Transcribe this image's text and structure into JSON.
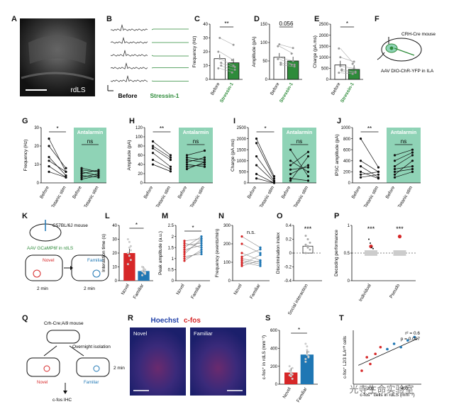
{
  "panels": [
    "A",
    "B",
    "C",
    "D",
    "E",
    "F",
    "G",
    "H",
    "I",
    "J",
    "K",
    "L",
    "M",
    "N",
    "O",
    "P",
    "Q",
    "R",
    "S",
    "T"
  ],
  "panel_a": {
    "label": "rdLS"
  },
  "panel_b": {
    "before": "Before",
    "after": "Stressin-1"
  },
  "panel_f": {
    "mouse": "CRH-Cre mouse",
    "virus": "AAV DIO-ChR-YFP in ILA"
  },
  "panel_k": {
    "mouse": "C57BL/6J mouse",
    "virus": "AAV GCaMP6f in rdLS",
    "novel": "Novel",
    "familiar": "Familiar",
    "time1": "2 min",
    "time2": "2 min"
  },
  "panel_q": {
    "mouse": "Crh-Cre;Ai9 mouse",
    "iso": "Overnight isolation",
    "novel": "Novel",
    "familiar": "Familiar",
    "time": "2 min",
    "ihc": "c-fos IHC"
  },
  "panel_r": {
    "hoechst": "Hoechst",
    "cfos": "c-fos",
    "novel": "Novel",
    "familiar": "Familiar"
  },
  "watermark": "光寺生命实验室",
  "colors": {
    "green": "#2e8b3a",
    "red": "#d62728",
    "blue": "#1f77b4",
    "band": "#8fd3b6",
    "grey": "#999999"
  },
  "chart_data": [
    {
      "id": "C",
      "type": "bar",
      "categories": [
        "Before",
        "Stressin-1"
      ],
      "values": [
        15,
        12
      ],
      "ylabel": "Frequency (Hz)",
      "ylim": [
        0,
        40
      ],
      "yticks": [
        0,
        10,
        20,
        30,
        40
      ],
      "sig": "**"
    },
    {
      "id": "D",
      "type": "bar",
      "categories": [
        "Before",
        "Stressin-1"
      ],
      "values": [
        60,
        50
      ],
      "ylabel": "Amplitude (pA)",
      "ylim": [
        0,
        150
      ],
      "yticks": [
        0,
        50,
        100,
        150
      ],
      "sig": "0.056"
    },
    {
      "id": "E",
      "type": "bar",
      "categories": [
        "Before",
        "Stressin-1"
      ],
      "values": [
        650,
        450
      ],
      "ylabel": "Charge (pA.ms)",
      "ylim": [
        0,
        2500
      ],
      "yticks": [
        0,
        500,
        1000,
        1500,
        2000,
        2500
      ],
      "sig": "*"
    },
    {
      "id": "G",
      "type": "line",
      "ylabel": "Frequency (Hz)",
      "ylim": [
        0,
        30
      ],
      "yticks": [
        0,
        10,
        20,
        30
      ],
      "categories": [
        "Before",
        "Tetanic stim",
        "Before",
        "Tetanic stim"
      ],
      "band": "Antalarmin",
      "sig1": "*",
      "sig2": "ns"
    },
    {
      "id": "H",
      "type": "line",
      "ylabel": "Amplitude (pA)",
      "ylim": [
        0,
        120
      ],
      "yticks": [
        0,
        20,
        40,
        60,
        80,
        100,
        120
      ],
      "categories": [
        "Before",
        "Tetanic stim",
        "Before",
        "Tetanic stim"
      ],
      "band": "Antalarmin",
      "sig1": "**",
      "sig2": "ns"
    },
    {
      "id": "I",
      "type": "line",
      "ylabel": "Charge (pA.ms)",
      "ylim": [
        0,
        2500
      ],
      "yticks": [
        0,
        500,
        1000,
        1500,
        2000,
        2500
      ],
      "categories": [
        "Before",
        "Tetanic stim",
        "Before",
        "Tetanic stim"
      ],
      "band": "Antalarmin",
      "sig1": "*",
      "sig2": "ns"
    },
    {
      "id": "J",
      "type": "line",
      "ylabel": "IPSC amplitude (pA)",
      "ylim": [
        0,
        1000
      ],
      "yticks": [
        0,
        200,
        400,
        600,
        800,
        1000
      ],
      "categories": [
        "Before",
        "Tetanic stim",
        "Before",
        "Tetanic stim"
      ],
      "band": "Antalarmin",
      "sig1": "**",
      "sig2": "ns"
    },
    {
      "id": "L",
      "type": "bar",
      "categories": [
        "Novel",
        "Familiar"
      ],
      "values": [
        20,
        7
      ],
      "ylabel": "Interaction time (s)",
      "ylim": [
        0,
        40
      ],
      "yticks": [
        0,
        10,
        20,
        30,
        40
      ],
      "sig": "*"
    },
    {
      "id": "M",
      "type": "line",
      "categories": [
        "Novel",
        "Familiar"
      ],
      "ylabel": "Peak amplitude (a.u.)",
      "ylim": [
        0.0,
        2.5
      ],
      "yticks": [
        0.0,
        0.5,
        1.0,
        1.5,
        2.0,
        2.5
      ],
      "sig": "*"
    },
    {
      "id": "N",
      "type": "line",
      "categories": [
        "Novel",
        "Familiar"
      ],
      "ylabel": "Frequency (events/min)",
      "ylim": [
        0,
        300
      ],
      "yticks": [
        0,
        100,
        200,
        300
      ],
      "sig": "n.s."
    },
    {
      "id": "O",
      "type": "scatter",
      "categories": [
        "Social interaction"
      ],
      "values": [
        0.1
      ],
      "ylabel": "Discrimination index",
      "ylim": [
        -0.4,
        0.4
      ],
      "yticks": [
        -0.4,
        -0.2,
        0.0,
        0.2,
        0.4
      ],
      "sig": "***"
    },
    {
      "id": "P",
      "type": "scatter",
      "categories": [
        "Individual",
        "Pseudo"
      ],
      "ylabel": "Decoding performance",
      "ylim": [
        0.0,
        1.0
      ],
      "yticks": [
        0.0,
        0.5,
        1.0
      ],
      "sig1": "***",
      "sig2": "***"
    },
    {
      "id": "S",
      "type": "bar",
      "categories": [
        "Novel",
        "Familiar"
      ],
      "values": [
        130,
        330
      ],
      "ylabel": "c-fos⁺ in rdLS (mm⁻²)",
      "ylim": [
        0,
        600
      ],
      "yticks": [
        0,
        200,
        400,
        600
      ],
      "sig": "*"
    },
    {
      "id": "T",
      "type": "scatter",
      "xlabel": "c-fos⁺ cells in rdLS (mm⁻²)",
      "ylabel": "c-fos⁺ L2/3 ILAᶜʳʰ cells",
      "xticks": [
        200,
        400
      ],
      "stats1": "r² = 0.6",
      "stats2": "p = 0.007"
    }
  ]
}
